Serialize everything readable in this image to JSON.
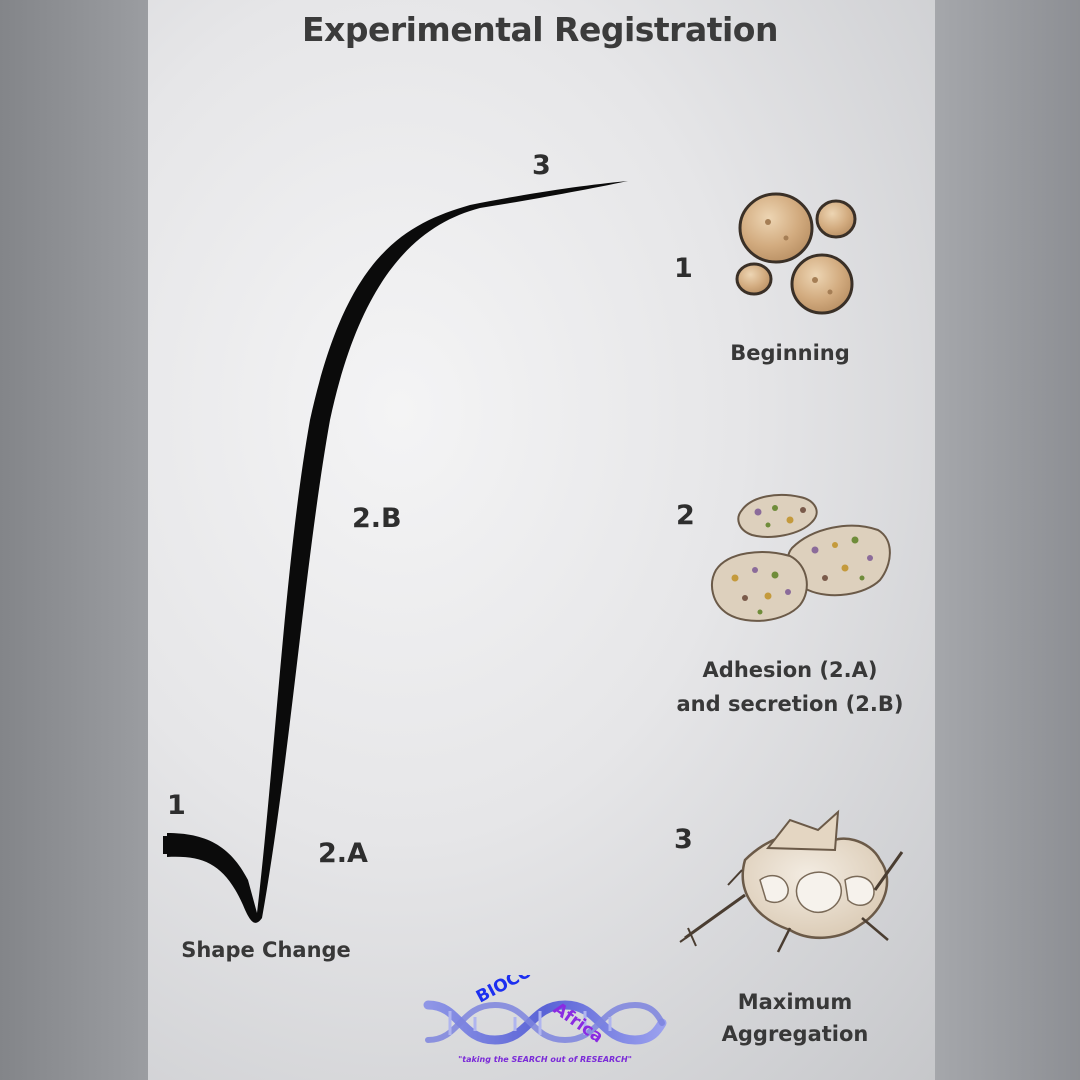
{
  "title": "Experimental Registration",
  "curve": {
    "point_1": "1",
    "point_2a": "2.A",
    "point_2b": "2.B",
    "point_3": "3",
    "caption": "Shape Change"
  },
  "stages": [
    {
      "number": "1",
      "label_lines": [
        "Beginning"
      ]
    },
    {
      "number": "2",
      "label_lines": [
        "Adhesion (2.A)",
        "and secretion (2.B)"
      ]
    },
    {
      "number": "3",
      "label_lines": [
        "Maximum",
        "Aggregation"
      ]
    }
  ],
  "logo": {
    "word_top": "BIOCOM",
    "word_bottom": "Africa",
    "tagline": "\"taking the SEARCH out of RESEARCH\""
  },
  "colors": {
    "curve": "#0a0a0a",
    "platelet_fill": "#d7b48c",
    "platelet_outline": "#3a3027",
    "logo_blue": "#1c2ff0",
    "logo_purple": "#8a2be2"
  }
}
